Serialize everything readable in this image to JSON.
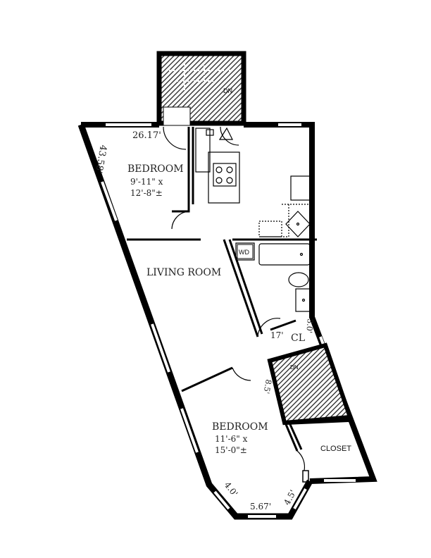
{
  "rooms": {
    "bedroom1": {
      "name": "BEDROOM",
      "dim1": "9'-11\" x",
      "dim2": "12'-8\"±"
    },
    "living": {
      "name": "LIVING ROOM"
    },
    "bedroom2": {
      "name": "BEDROOM",
      "dim1": "11'-6\" x",
      "dim2": "15'-0\"±"
    },
    "closet": {
      "name": "CLOSET"
    },
    "cl": {
      "name": "CL"
    },
    "wd": {
      "name": "WD"
    }
  },
  "dimensions": {
    "top_wall": "26.17'",
    "left_wall": "43.58'",
    "cl_side": "3.0'",
    "cl_diag": "17'",
    "stair_side": "8.5'",
    "bay_left": "4.0'",
    "bay_mid": "5.67'",
    "bay_right": "4.5'"
  },
  "stairs": {
    "top_label": "DN",
    "lower_label": "DN"
  },
  "colors": {
    "wall": "#000000",
    "hatch": "#333333"
  }
}
